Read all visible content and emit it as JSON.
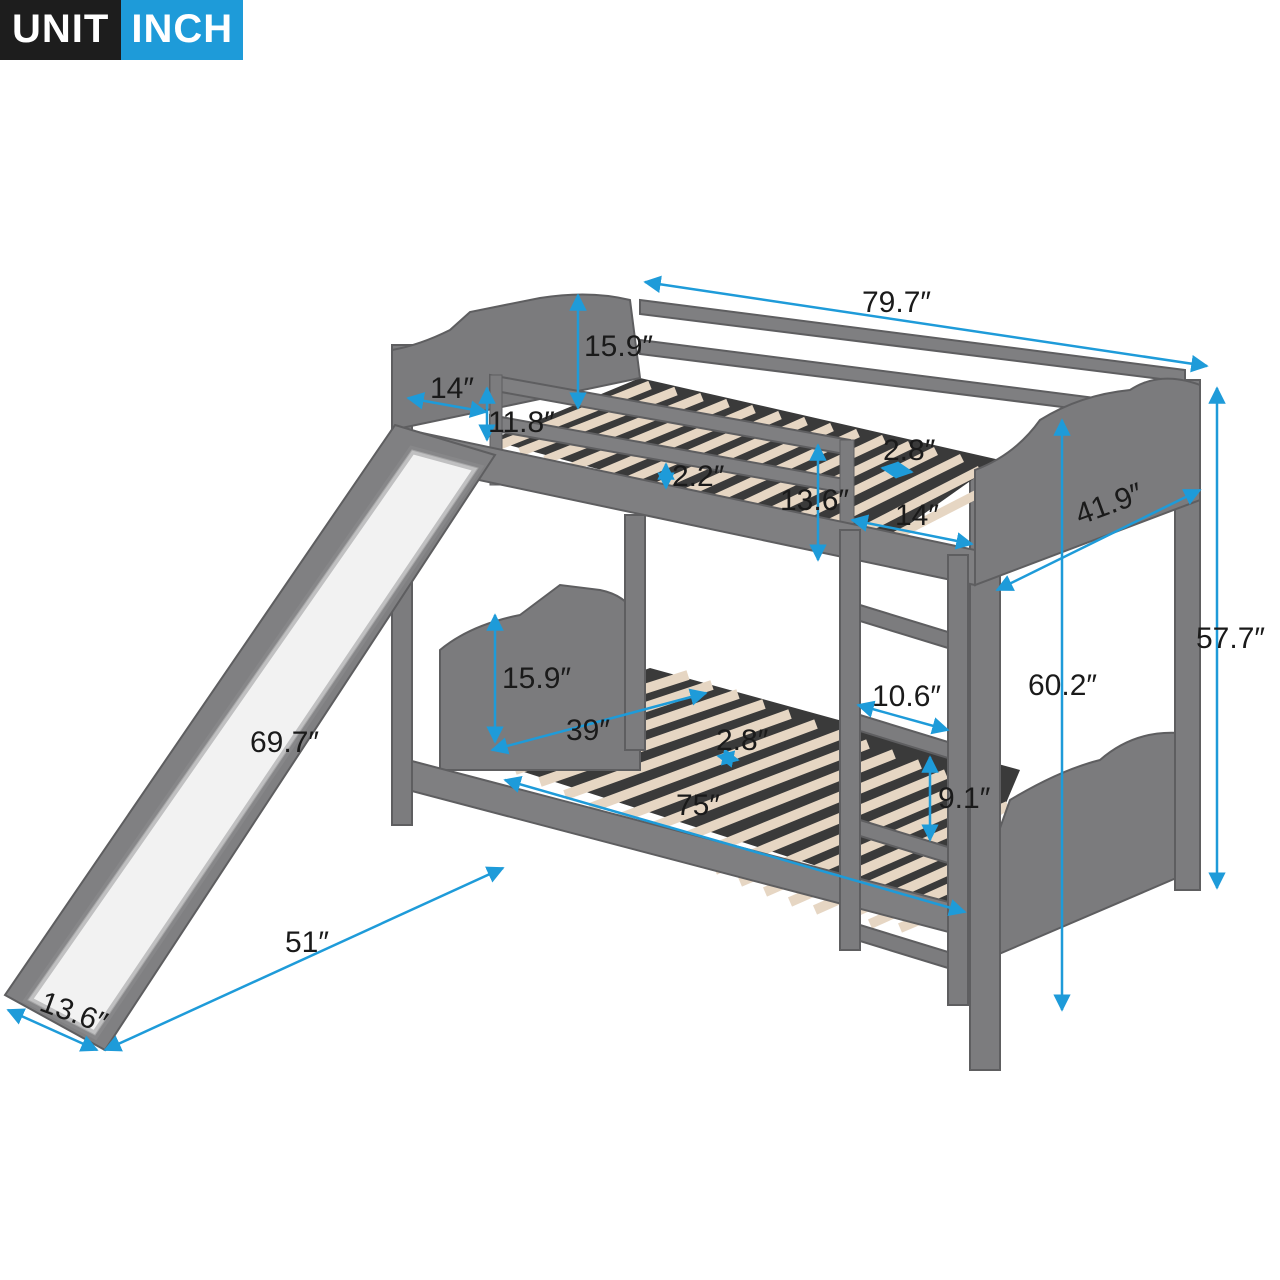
{
  "badge": {
    "unit": "UNIT",
    "inch": "INCH"
  },
  "colors": {
    "accent": "#1e9bd9",
    "frame": "#7b7b7d",
    "slat": "#e6d6c3",
    "slide_surface": "#f2f2f2"
  },
  "dimensions": {
    "overall_length": "79.7″",
    "upper_headboard_height": "15.9″",
    "guard_gap": "14″",
    "guard_rail_height": "11.8″",
    "slat_gap_upper": "2.8″",
    "rail_spacing": "2.2″",
    "ladder_opening_height": "13.6″",
    "ladder_opening_width": "14″",
    "overall_width": "41.9″",
    "overall_height": "57.7″",
    "headboard_post_height": "60.2″",
    "lower_headboard_height": "15.9″",
    "mattress_width": "39″",
    "slat_gap_lower": "2.8″",
    "ladder_width": "10.6″",
    "ladder_step_spacing": "9.1″",
    "mattress_length": "75″",
    "slide_length": "69.7″",
    "slide_footprint": "51″",
    "slide_width": "13.6″"
  }
}
